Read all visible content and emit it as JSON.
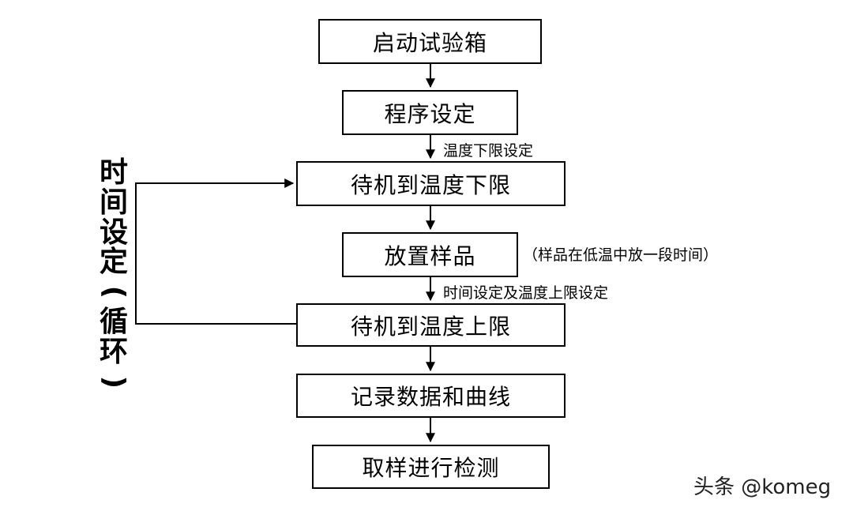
{
  "steps": [
    "启动试验箱",
    "程序设定",
    "待机到温度下限",
    "放置样品",
    "待机到温度上限",
    "记录数据和曲线",
    "取样进行检测"
  ],
  "edge_labels": {
    "program_to_standby_low": "温度下限设定",
    "sample_to_standby_high": "时间设定及温度上限设定"
  },
  "note": "（样品在低温中放一段时间）",
  "loop_label": [
    "时",
    "间",
    "设",
    "定",
    "(",
    "循",
    "环",
    ")"
  ],
  "watermark": "头条 @komeg"
}
